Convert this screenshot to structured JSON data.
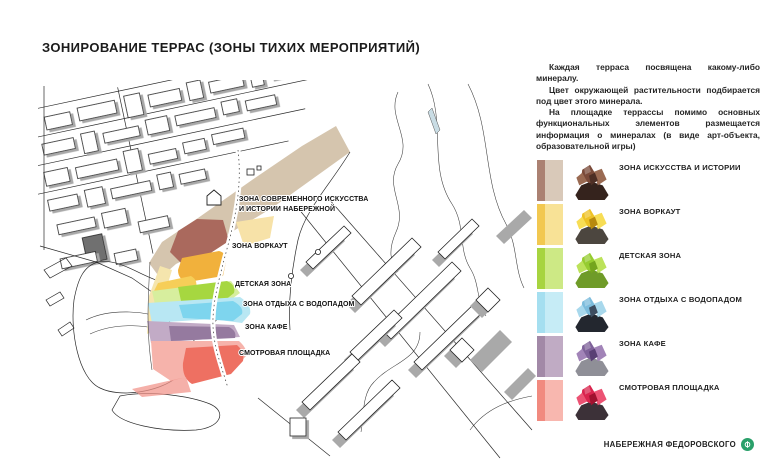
{
  "page": {
    "title": "ЗОНИРОВАНИЕ ТЕРРАС (ЗОНЫ ТИХИХ МЕРОПРИЯТИЙ)"
  },
  "description": {
    "p1": "Каждая терраса посвящена какому-либо минералу.",
    "p2": "Цвет окружающей растительности подбирается под цвет этого минерала.",
    "p3": "На площадке террассы помимо основных функциональных элементов размещается информация о минералах (в виде арт-объекта, образовательной игры)"
  },
  "map": {
    "labels": {
      "art_line1": "ЗОНА СОВРЕМЕННОГО ИСКУССТВА",
      "art_line2": "И ИСТОРИИ НАБЕРЕЖНОЙ",
      "workout": "ЗОНА ВОРКАУТ",
      "kids": "ДЕТСКАЯ ЗОНА",
      "water": "ЗОНА ОТДЫХА С ВОДОПАДОМ",
      "cafe": "ЗОНА КАФЕ",
      "lookout": "СМОТРОВАЯ ПЛОЩАДКА"
    },
    "zone_colors": {
      "art_band": "#d5c5ae",
      "art_core": "#aa695d",
      "workout_light": "#f5e5ad",
      "workout_core": "#f1b13c",
      "workout_core2": "#f6ce58",
      "kids_light": "#d7ee9e",
      "kids_core": "#a6d740",
      "water_light": "#b8e7f3",
      "water_core": "#7ed5ee",
      "cafe_light": "#c2abc6",
      "cafe_core": "#957a9f",
      "lookout_light": "#f6b3ab",
      "lookout_core": "#ee7062"
    }
  },
  "legend": {
    "items": [
      {
        "label": "ЗОНА ИСКУССТВА И ИСТОРИИ",
        "swatch_dark": "#ab8172",
        "swatch_light": "#d9c9b9",
        "mineral": {
          "rock": "#35231d",
          "c1": "#7a4a39",
          "c2": "#9a6a52",
          "c3": "#4e2f25"
        }
      },
      {
        "label": "ЗОНА ВОРКАУТ",
        "swatch_dark": "#f2c850",
        "swatch_light": "#f8e296",
        "mineral": {
          "rock": "#4c463f",
          "c1": "#eec226",
          "c2": "#f7dd55",
          "c3": "#b8890e"
        }
      },
      {
        "label": "ДЕТСКАЯ ЗОНА",
        "swatch_dark": "#a7d440",
        "swatch_light": "#cde985",
        "mineral": {
          "rock": "#6f9b28",
          "c1": "#96cc30",
          "c2": "#bce25a",
          "c3": "#74a51e"
        }
      },
      {
        "label": "ЗОНА ОТДЫХА С ВОДОПАДОМ",
        "swatch_dark": "#a5dff0",
        "swatch_light": "#c6ecf6",
        "mineral": {
          "rock": "#23272f",
          "c1": "#7cbcdc",
          "c2": "#a8d8ec",
          "c3": "#3d4d60"
        }
      },
      {
        "label": "ЗОНА КАФЕ",
        "swatch_dark": "#a289a7",
        "swatch_light": "#c0abc4",
        "mineral": {
          "rock": "#8f8f97",
          "c1": "#7e6199",
          "c2": "#a284b8",
          "c3": "#593f74"
        }
      },
      {
        "label": "СМОТРОВАЯ ПЛОЩАДКА",
        "swatch_dark": "#f18a7f",
        "swatch_light": "#f8b7af",
        "mineral": {
          "rock": "#3c3138",
          "c1": "#d9244d",
          "c2": "#ec5273",
          "c3": "#a0122f"
        }
      }
    ]
  },
  "footer": {
    "brand": "НАБЕРЕЖНАЯ ФЕДОРОВСКОГО",
    "logo_color": "#2aa06a"
  }
}
